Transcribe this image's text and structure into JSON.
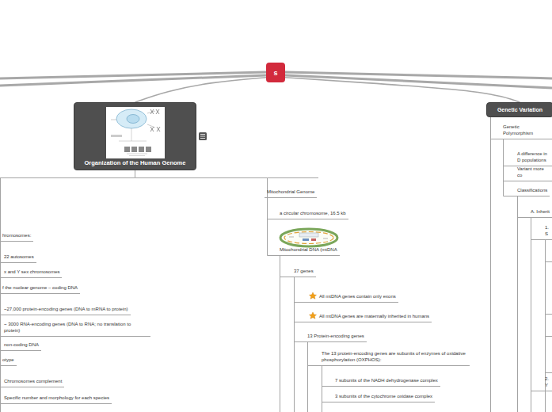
{
  "diagram": {
    "nodes": [
      {
        "text": [
          "s"
        ]
      },
      {
        "text": [
          "Organization of the Human Genome"
        ]
      },
      {
        "text": [
          "Genetic Variation"
        ]
      },
      {
        "text": [
          "hromosomes:"
        ]
      },
      {
        "text": [
          "22 autosomes"
        ]
      },
      {
        "text": [
          "x and Y sex chromosomes"
        ]
      },
      {
        "text": [
          "f the nuclear genome – coding DNA"
        ]
      },
      {
        "text": [
          "~27,000 protein-encoding genes (DNA to mRNA to protein)"
        ]
      },
      {
        "text": [
          "~ 3000 RNA-encoding genes (DNA to RNA; no translation to protein)"
        ]
      },
      {
        "text": [
          "non-coding DNA"
        ]
      },
      {
        "text": [
          "otype"
        ]
      },
      {
        "text": [
          "Chromosomes complement"
        ]
      },
      {
        "text": [
          "Specific number and morphology for each species"
        ]
      },
      {
        "text": [
          "Mitochondrial Genome"
        ]
      },
      {
        "text": [
          "a circular chromosome, 16.5 kb"
        ]
      },
      {
        "text": [
          "Mitochondrial DNA (mtDNA"
        ]
      },
      {
        "text": [
          "37 genes"
        ]
      },
      {
        "text": [
          "All mtDNA genes contain only exons"
        ]
      },
      {
        "text": [
          "All mtDNA genes are maternally inherited in humans"
        ]
      },
      {
        "text": [
          "13 Protein-encoding genes"
        ]
      },
      {
        "text": [
          "The 13 protein-encoding genes are subunits of enzymes of oxidative phosphorylation (OXPHOS):"
        ]
      },
      {
        "text": [
          "7 subunits of the NADH dehydrogenase complex"
        ]
      },
      {
        "text": [
          "3 subunits of the cytochrome oxidase complex"
        ]
      },
      {
        "text": [
          "Genetic Polymorphism"
        ]
      },
      {
        "text": [
          "A difference in D populations"
        ]
      },
      {
        "text": [
          "Variant more co"
        ]
      },
      {
        "text": [
          "Classifications"
        ]
      },
      {
        "text": [
          "A. Inherit"
        ]
      },
      {
        "text": [
          "1. S"
        ]
      },
      {
        "text": [
          "2. Y"
        ]
      }
    ],
    "edges": [
      {
        "from": 0,
        "to": 1,
        "arrow": "none"
      },
      {
        "from": 0,
        "to": 2,
        "arrow": "none"
      },
      {
        "from": 1,
        "to": 13,
        "arrow": "none"
      },
      {
        "from": 13,
        "to": 14,
        "arrow": "none"
      },
      {
        "from": 13,
        "to": 15,
        "arrow": "none"
      },
      {
        "from": 15,
        "to": 16,
        "arrow": "none"
      },
      {
        "from": 16,
        "to": 17,
        "arrow": "none"
      },
      {
        "from": 16,
        "to": 18,
        "arrow": "none"
      },
      {
        "from": 16,
        "to": 19,
        "arrow": "none"
      },
      {
        "from": 19,
        "to": 20,
        "arrow": "none"
      },
      {
        "from": 20,
        "to": 21,
        "arrow": "none"
      },
      {
        "from": 20,
        "to": 22,
        "arrow": "none"
      },
      {
        "from": 2,
        "to": 23,
        "arrow": "none"
      },
      {
        "from": 23,
        "to": 24,
        "arrow": "none"
      },
      {
        "from": 23,
        "to": 25,
        "arrow": "none"
      },
      {
        "from": 23,
        "to": 26,
        "arrow": "none"
      },
      {
        "from": 26,
        "to": 27,
        "arrow": "none"
      },
      {
        "from": 27,
        "to": 28,
        "arrow": "none"
      },
      {
        "from": 27,
        "to": 29,
        "arrow": "none"
      }
    ]
  }
}
